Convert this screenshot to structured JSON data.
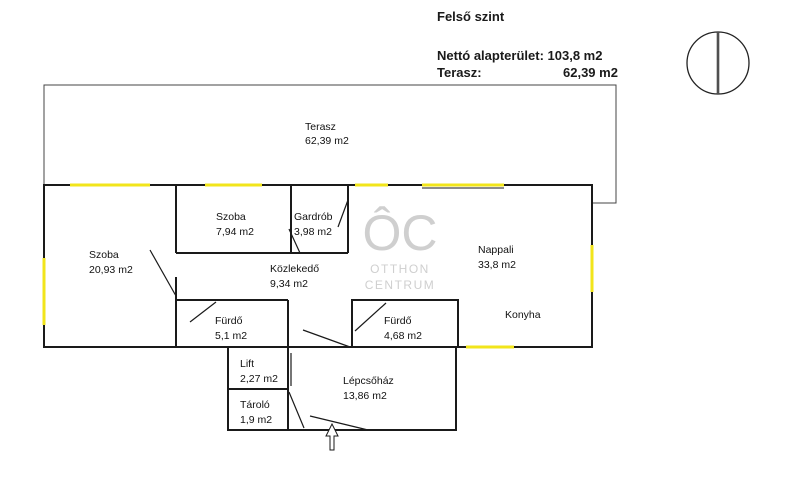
{
  "header": {
    "level": "Felső szint",
    "net_area_label": "Nettó alapterület: 103,8 m2",
    "terrace_label": "Terasz:",
    "terrace_value": "62,39 m2"
  },
  "logo": {
    "monogram": "ÔC",
    "line1": "OTTHON",
    "line2": "CENTRUM"
  },
  "rooms": [
    {
      "id": "terasz",
      "name": "Terasz",
      "area": "62,39 m2"
    },
    {
      "id": "szoba1",
      "name": "Szoba",
      "area": "20,93 m2"
    },
    {
      "id": "szoba2",
      "name": "Szoba",
      "area": "7,94 m2"
    },
    {
      "id": "gardrob",
      "name": "Gardrób",
      "area": "3,98 m2"
    },
    {
      "id": "kozlekedo",
      "name": "Közlekedő",
      "area": "9,34 m2"
    },
    {
      "id": "nappali",
      "name": "Nappali",
      "area": "33,8 m2"
    },
    {
      "id": "furdo1",
      "name": "Fürdő",
      "area": "5,1 m2"
    },
    {
      "id": "furdo2",
      "name": "Fürdő",
      "area": "4,68 m2"
    },
    {
      "id": "konyha",
      "name": "Konyha",
      "area": ""
    },
    {
      "id": "lift",
      "name": "Lift",
      "area": "2,27 m2"
    },
    {
      "id": "lepcsohaz",
      "name": "Lépcsőház",
      "area": "13,86 m2"
    },
    {
      "id": "tarolo",
      "name": "Tároló",
      "area": "1,9 m2"
    }
  ],
  "colors": {
    "wall": "#1a1a1a",
    "window": "#f2e51b",
    "logo": "#cfcfcf"
  }
}
